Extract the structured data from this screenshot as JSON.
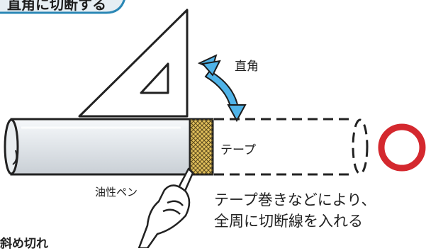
{
  "header": {
    "title": "直角に切断する"
  },
  "labels": {
    "right_angle": "直角",
    "tape": "テープ",
    "oil_pen": "油性ペン",
    "note_line1": "テープ巻きなどにより、",
    "note_line2": "全周に切断線を入れる",
    "bottom_cut": "斜め切れ"
  },
  "colors": {
    "header_bg": "#e6eef3",
    "header_border": "#2a87b5",
    "arrow_fill": "#4fb3e8",
    "pipe_fill": "#e7ebef",
    "tape_fill": "#e2c05b",
    "circle_stroke": "#d4282e"
  },
  "icons": {
    "set_square": "set-square-icon",
    "double_arrow": "double-arrow-icon",
    "hand_pen": "hand-pen-icon",
    "circle": "circle-icon"
  }
}
